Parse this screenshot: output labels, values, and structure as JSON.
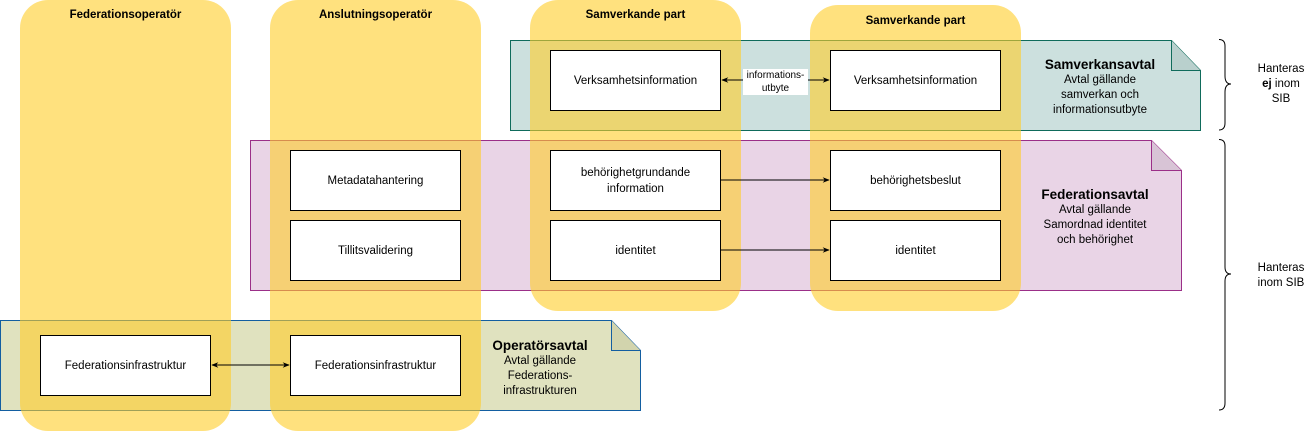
{
  "lanes": [
    {
      "title": "Federationsoperatör"
    },
    {
      "title": "Anslutningsoperatör"
    },
    {
      "title": "Samverkande part"
    },
    {
      "title": "Samverkande part"
    }
  ],
  "agreements": {
    "samverkansavtal": {
      "title": "Samverkansavtal",
      "lines": [
        "Avtal gällande",
        "samverkan och",
        "informationsutbyte"
      ],
      "fill": "#cce0de",
      "stroke": "#0f6b5b"
    },
    "federationsavtal": {
      "title": "Federationsavtal",
      "lines": [
        "Avtal gällande",
        "Samordnad identitet",
        "och behörighet"
      ],
      "fill": "#e9d4e6",
      "stroke": "#9b2f88"
    },
    "operatorsavtal": {
      "title": "Operatörsavtal",
      "lines": [
        "Avtal gällande",
        "Federations-",
        "infrastrukturen"
      ],
      "fill": "#e0e2bf",
      "stroke": "#135ea1"
    }
  },
  "boxes": {
    "verksamhet_a": "Verksamhetsinformation",
    "verksamhet_b": "Verksamhetsinformation",
    "metadata": "Metadatahantering",
    "tillit": "Tillitsvalidering",
    "behorighet_grund": "behörighetgrundande information",
    "behorighet_beslut": "behörighetsbeslut",
    "identitet_a": "identitet",
    "identitet_b": "identitet",
    "infra_fed": "Federationsinfrastruktur",
    "infra_ansl": "Federationsinfrastruktur"
  },
  "edge_labels": {
    "info_exchange_line1": "informations-",
    "info_exchange_line2": "utbyte"
  },
  "braces": {
    "not_sib": {
      "line1": "Hanteras",
      "line2_bold": "ej",
      "line2_rest": " inom",
      "line3": "SIB"
    },
    "sib": {
      "line1": "Hanteras",
      "line2": "inom SIB"
    }
  },
  "colors": {
    "lane": "#ffcd28",
    "box_border": "#000000",
    "arrow": "#000000"
  }
}
